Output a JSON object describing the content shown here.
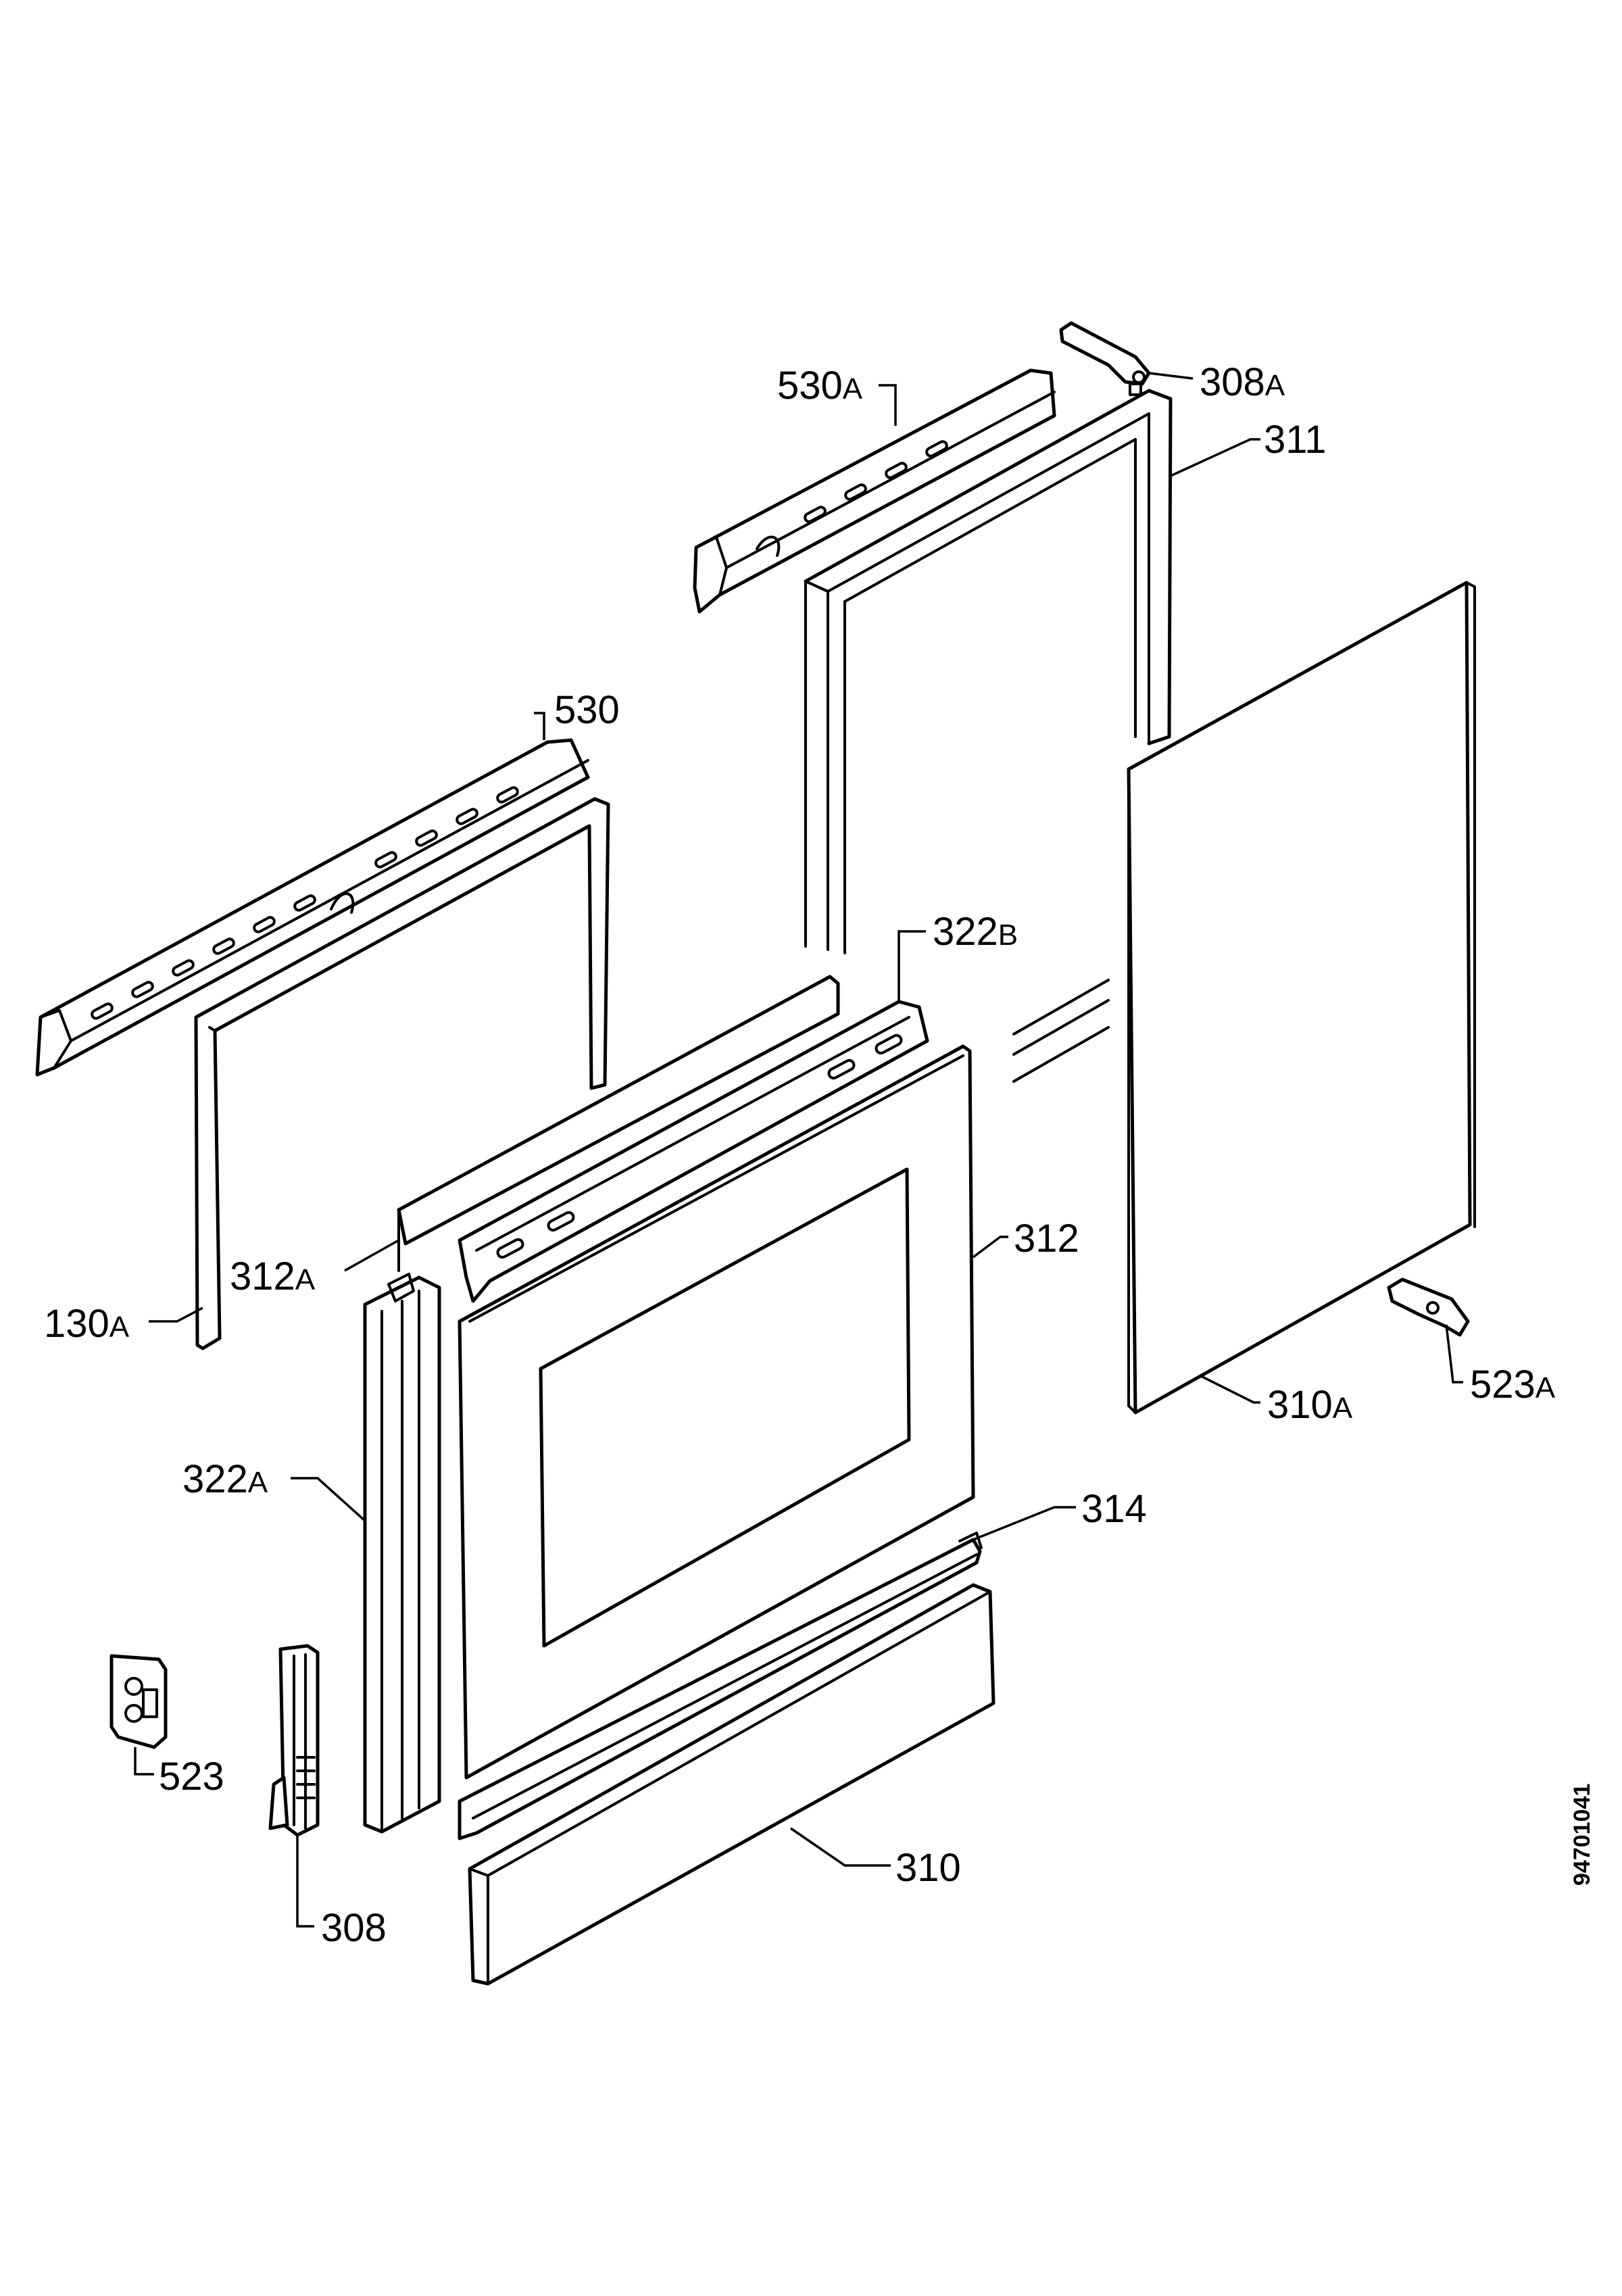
{
  "labels": {
    "p530A": {
      "num": "530",
      "suffix": "A"
    },
    "p308A": {
      "num": "308",
      "suffix": "A"
    },
    "p311": {
      "num": "311",
      "suffix": ""
    },
    "p530": {
      "num": "530",
      "suffix": ""
    },
    "p322B": {
      "num": "322",
      "suffix": "B"
    },
    "p312A": {
      "num": "312",
      "suffix": "A"
    },
    "p312": {
      "num": "312",
      "suffix": ""
    },
    "p130A": {
      "num": "130",
      "suffix": "A"
    },
    "p523A": {
      "num": "523",
      "suffix": "A"
    },
    "p310A": {
      "num": "310",
      "suffix": "A"
    },
    "p322A": {
      "num": "322",
      "suffix": "A"
    },
    "p314": {
      "num": "314",
      "suffix": ""
    },
    "p523": {
      "num": "523",
      "suffix": ""
    },
    "p310": {
      "num": "310",
      "suffix": ""
    },
    "p308": {
      "num": "308",
      "suffix": ""
    }
  },
  "document_number": "94701041"
}
